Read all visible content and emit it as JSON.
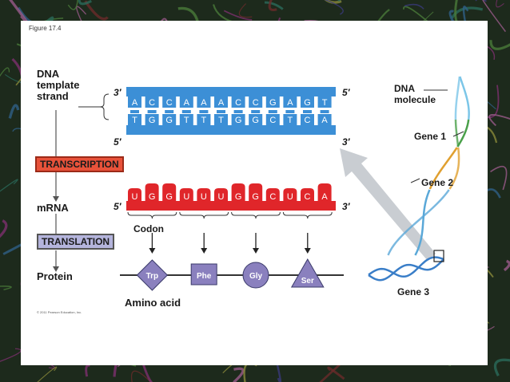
{
  "figure_label": "Figure 17.4",
  "copyright": "© 2011 Pearson Education, Inc.",
  "labels": {
    "dna_template_strand": [
      "DNA",
      "template",
      "strand"
    ],
    "mrna": "mRNA",
    "protein": "Protein",
    "codon": "Codon",
    "amino_acid": "Amino acid",
    "dna_molecule": [
      "DNA",
      "molecule"
    ],
    "gene1": "Gene 1",
    "gene2": "Gene 2",
    "gene3": "Gene 3"
  },
  "steps": {
    "transcription": "TRANSCRIPTION",
    "translation": "TRANSLATION"
  },
  "ends": {
    "dna_top_left": "3′",
    "dna_top_right": "5′",
    "dna_bottom_left": "5′",
    "dna_bottom_right": "3′",
    "mrna_left": "5′",
    "mrna_right": "3′"
  },
  "dna_top_bases": [
    "A",
    "C",
    "C",
    "A",
    "A",
    "A",
    "C",
    "C",
    "G",
    "A",
    "G",
    "T"
  ],
  "dna_bottom_bases": [
    "T",
    "G",
    "G",
    "T",
    "T",
    "T",
    "G",
    "G",
    "C",
    "T",
    "C",
    "A"
  ],
  "mrna_bases": [
    "U",
    "G",
    "G",
    "U",
    "U",
    "U",
    "G",
    "G",
    "C",
    "U",
    "C",
    "A"
  ],
  "amino_acids": [
    "Trp",
    "Phe",
    "Gly",
    "Ser"
  ],
  "colors": {
    "dna": "#3c8fd6",
    "mrna": "#e0262a",
    "amino": "#8a80be",
    "purine_tag": "#ffffff"
  }
}
